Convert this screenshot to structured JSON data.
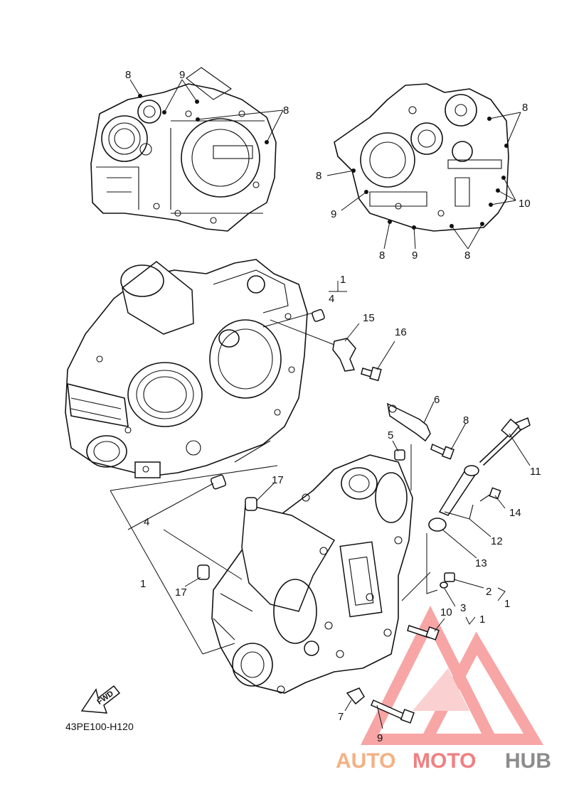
{
  "diagram": {
    "diagram_code": "43PE100-H120",
    "fwd_label": "FWD",
    "callouts": {
      "top_left_8a": "8",
      "top_left_9": "9",
      "top_left_8b": "8",
      "top_right_8a": "8",
      "top_right_8b": "8",
      "top_right_9a": "9",
      "top_right_10": "10",
      "top_right_8c": "8",
      "top_right_9b": "9",
      "top_right_8d": "8",
      "upper_1": "1",
      "upper_4": "4",
      "part_15": "15",
      "part_16": "16",
      "part_6": "6",
      "part_8": "8",
      "part_5": "5",
      "part_11": "11",
      "part_17a": "17",
      "part_4": "4",
      "part_14": "14",
      "part_12": "12",
      "part_13": "13",
      "part_1": "1",
      "part_17b": "17",
      "part_2": "2",
      "part_1b": "1",
      "part_3": "3",
      "part_1c": "1",
      "part_10": "10",
      "part_7": "7",
      "part_9": "9"
    }
  },
  "watermark": {
    "word_auto": "AUTO",
    "word_moto": "MOTO",
    "word_hub": "HUB",
    "color_auto": "#f4b183",
    "color_moto": "#f08080",
    "color_hub": "#8c8c8c",
    "logo": "triangle-logo"
  }
}
